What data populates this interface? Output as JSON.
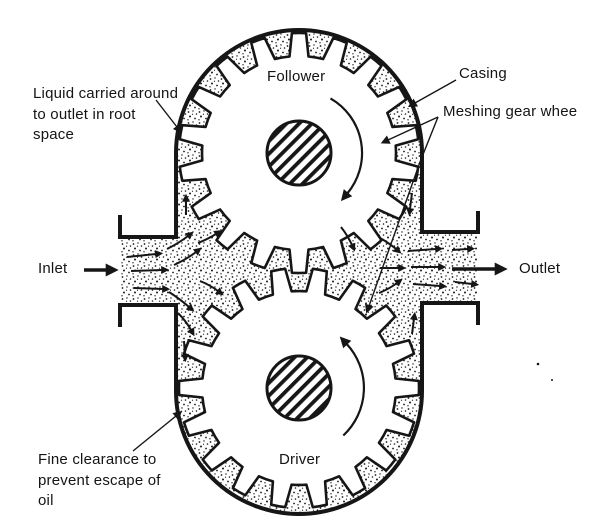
{
  "diagram": {
    "labels": {
      "follower": "Follower",
      "driver": "Driver",
      "inlet": "Inlet",
      "outlet": "Outlet",
      "casing": "Casing",
      "meshing_gear": "Meshing gear whee",
      "liquid_note": "Liquid carried around\nto outlet in root\nspace",
      "clearance_note": "Fine clearance to\nprevent escape of\noil"
    },
    "colors": {
      "ink": "#161616",
      "paper": "#ffffff"
    }
  }
}
